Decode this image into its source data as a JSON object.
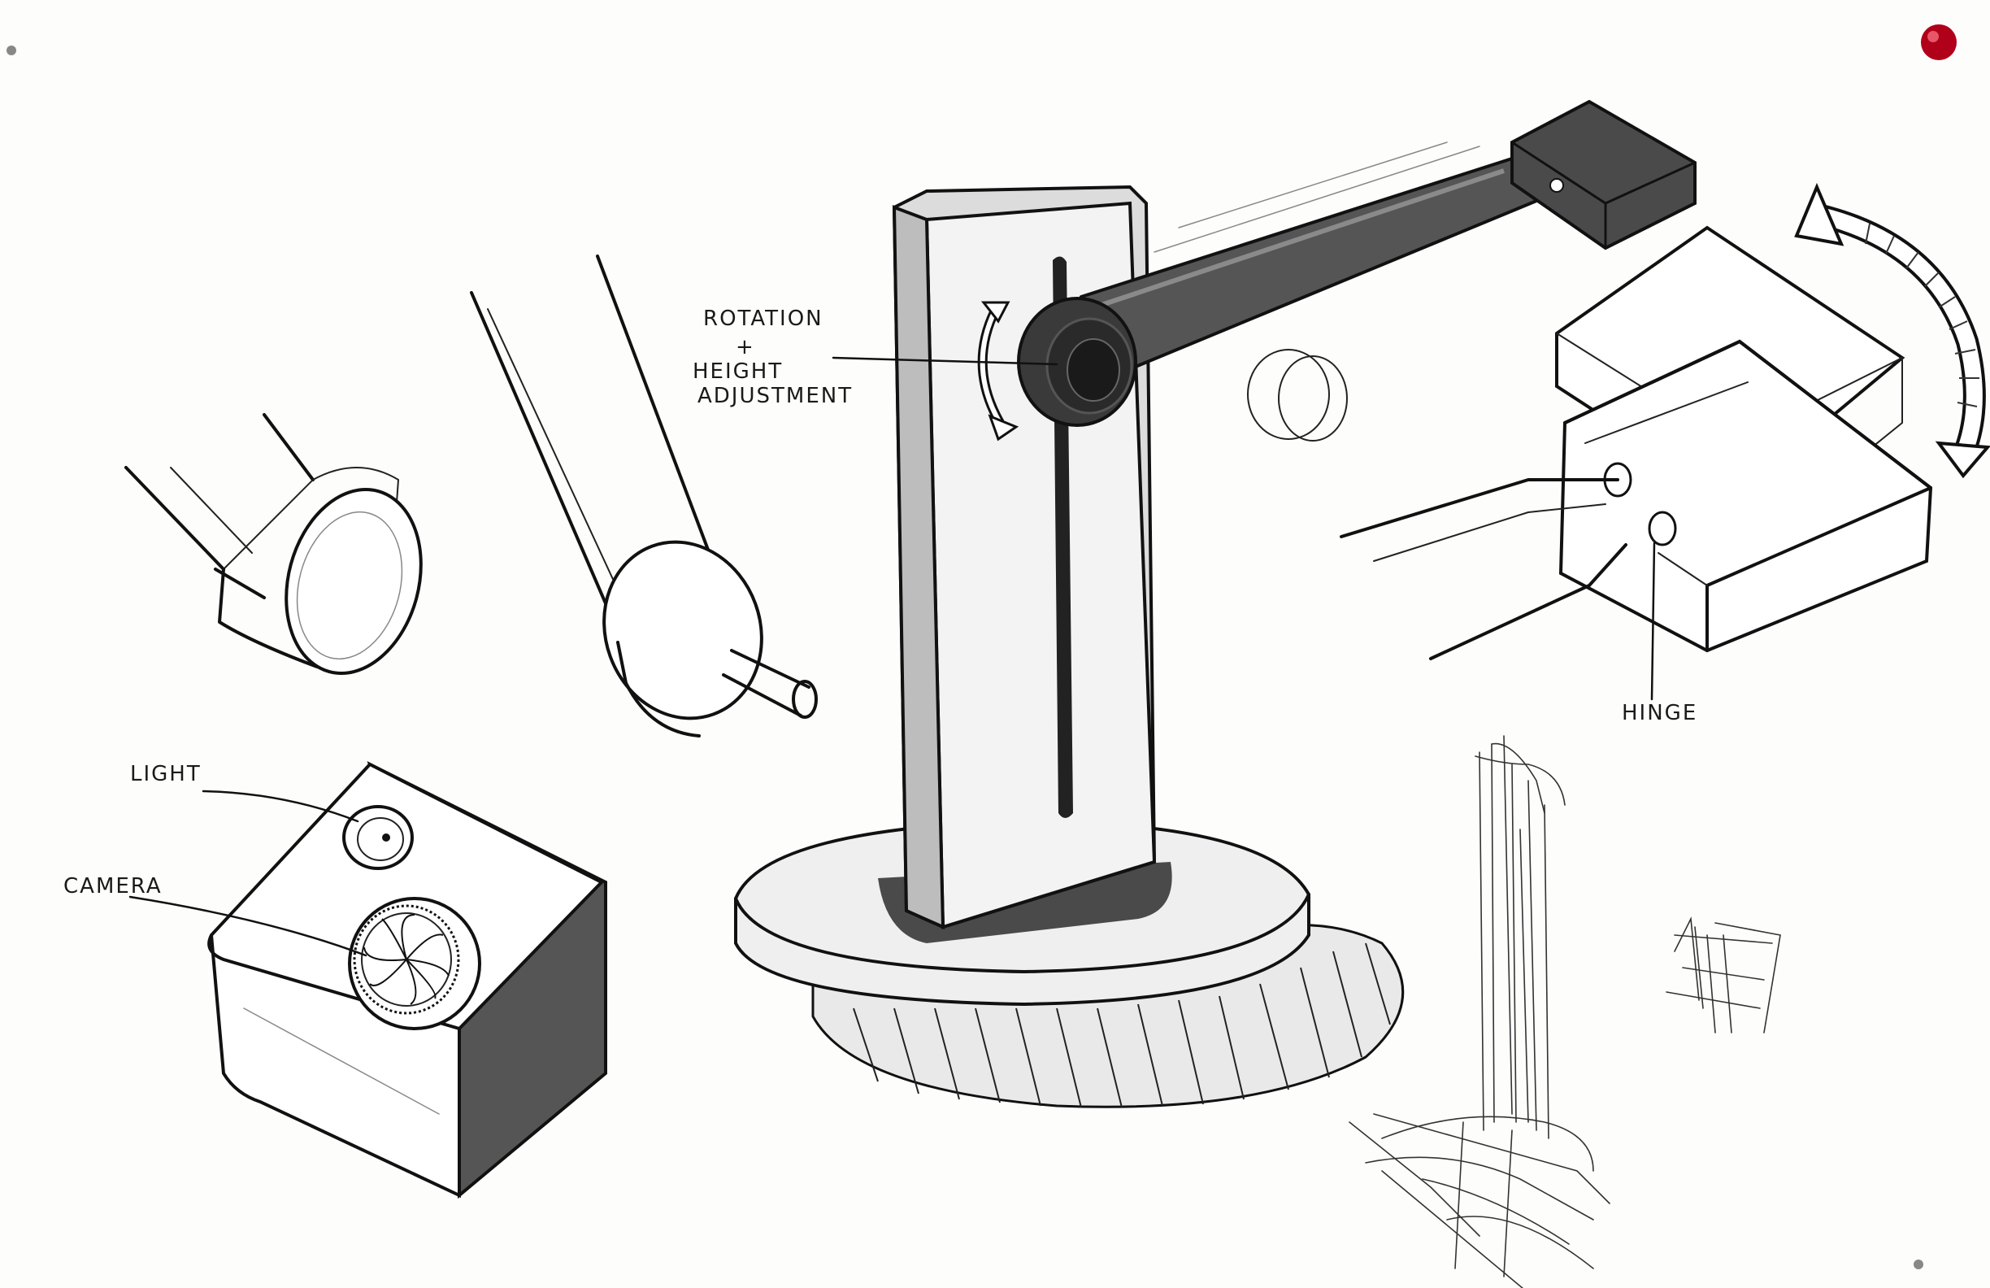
{
  "annotations": {
    "rotation": "ROTATION",
    "plus": "+",
    "height": "HEIGHT",
    "adjustment": "ADJUSTMENT",
    "light": "LIGHT",
    "camera": "CAMERA",
    "hinge": "HINGE"
  },
  "colors": {
    "paper": "#fdfdfc",
    "ink": "#111111",
    "marker_dark": "#4a4a4a",
    "marker_mid": "#9a9a9a",
    "marker_light": "#d8d8d8",
    "pin": "#b0001a"
  }
}
